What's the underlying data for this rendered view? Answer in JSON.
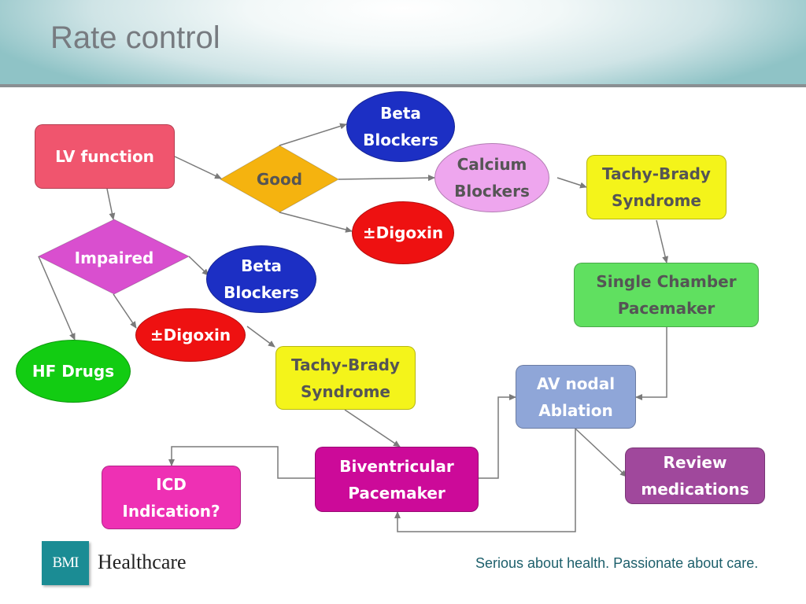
{
  "slide": {
    "title": "Rate control"
  },
  "nodes": {
    "lv_function": "LV function",
    "good": "Good",
    "impaired": "Impaired",
    "beta_blockers_top": [
      "Beta",
      "Blockers"
    ],
    "calcium_blockers": [
      "Calcium",
      "Blockers"
    ],
    "digoxin_top": "±Digoxin",
    "beta_blockers_mid": [
      "Beta",
      "Blockers"
    ],
    "digoxin_mid": "±Digoxin",
    "hf_drugs": "HF Drugs",
    "tachy_brady_right": [
      "Tachy-Brady",
      "Syndrome"
    ],
    "single_chamber": [
      "Single Chamber",
      "Pacemaker"
    ],
    "tachy_brady_center": [
      "Tachy-Brady",
      "Syndrome"
    ],
    "av_nodal": [
      "AV nodal",
      "Ablation"
    ],
    "biventricular": [
      "Biventricular",
      "Pacemaker"
    ],
    "icd_indication": [
      "ICD",
      "Indication?"
    ],
    "review_medications": [
      "Review",
      "medications"
    ]
  },
  "colors": {
    "lv_function": "#f0556e",
    "good": "#f5b30f",
    "impaired": "#d94fcf",
    "beta_blockers": "#1c2fc4",
    "calcium_blockers": "#eea6ee",
    "digoxin": "#ee1111",
    "hf_drugs": "#12cc12",
    "tachy_brady": "#f4f41a",
    "single_chamber": "#60e060",
    "av_nodal": "#8fa6d8",
    "biventricular": "#cc0a99",
    "icd_indication": "#ee30b4",
    "review_medications": "#a0489c",
    "connector": "#7a7a7a"
  },
  "footer": {
    "logo_text": "BMI",
    "brand": "Healthcare",
    "tagline": "Serious about health. Passionate about care."
  }
}
